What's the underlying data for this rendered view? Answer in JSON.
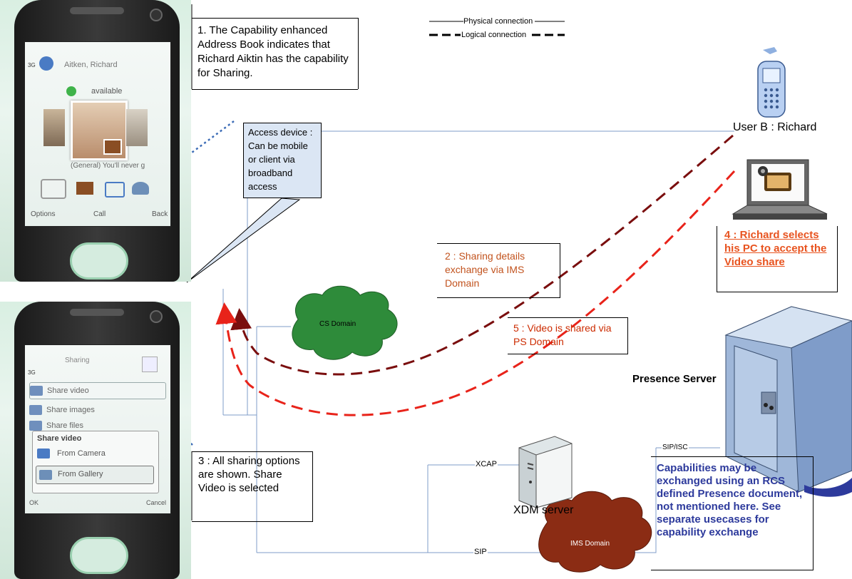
{
  "legend": {
    "physical_label": "Physical connection",
    "logical_label": "Logical connection"
  },
  "notes": {
    "note1": "1. The Capability enhanced Address Book indicates that Richard Aiktin has the capability for Sharing.",
    "access_device": "Access device : Can be mobile or client via broadband access",
    "note2": "2 : Sharing details exchange via IMS Domain",
    "note3": "3 : All sharing options are shown. Share Video is selected",
    "note4": "4 : Richard selects his PC to accept the Video share",
    "note5": "5 : Video is shared via PS Domain",
    "capabilities": "Capabilities may be exchanged using an RCS defined Presence document, not mentioned here. See separate usecases for capability exchange"
  },
  "nodes": {
    "user_b": "User B : Richard",
    "presence_server": "Presence Server",
    "xdm_server": "XDM server",
    "cs_domain": "CS Domain",
    "ims_domain": "IMS Domain"
  },
  "links": {
    "xcap": "XCAP",
    "sip": "SIP",
    "sip_isc": "SIP/ISC"
  },
  "phone1": {
    "contact_name": "Aitken, Richard",
    "status": "available",
    "group_text": "(General) You'll never g",
    "softkey_left": "Options",
    "softkey_mid": "Call",
    "softkey_right": "Back",
    "signal": "3G"
  },
  "phone2": {
    "title": "Sharing",
    "signal": "3G",
    "menu_share_video": "Share video",
    "menu_share_images": "Share images",
    "menu_share_files": "Share files",
    "popup_title": "Share video",
    "popup_camera": "From Camera",
    "popup_gallery": "From Gallery",
    "softkey_left": "OK",
    "softkey_right": "Cancel"
  },
  "colors": {
    "note4": "#e8531f",
    "note5": "#cc2b00",
    "capabilities": "#2d3a9c",
    "cs_cloud": "#2e8b3a",
    "ims_cloud": "#8b2c14",
    "logical_dark": "#7a0e0e",
    "logical_red": "#e8231a",
    "connection": "#7f9cc9"
  }
}
